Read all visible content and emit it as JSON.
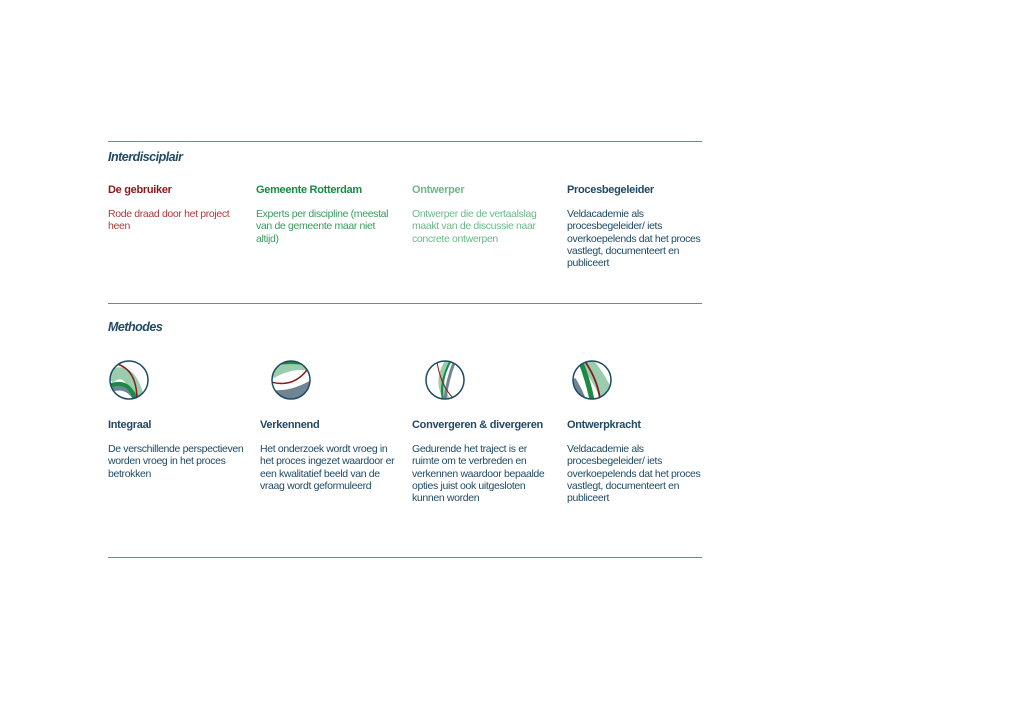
{
  "colors": {
    "red": "#8b1a1a",
    "green": "#1a8a45",
    "lightgreen": "#6db88a",
    "navy": "#1f4a63"
  },
  "interdisciplinair": {
    "title": "Interdisciplair",
    "items": [
      {
        "heading": "De gebruiker",
        "body": "Rode draad door het project heen"
      },
      {
        "heading": "Gemeente Rotterdam",
        "body": "Experts per discipline (meestal van de gemeente maar niet altijd)"
      },
      {
        "heading": "Ontwerper",
        "body": "Ontwerper die de vertaalslag maakt van de discussie naar concrete ontwerpen"
      },
      {
        "heading": "Procesbegeleider",
        "body": "Veldacademie als procesbegeleider/ iets overkoepelends dat het proces vastlegt, documenteert en publiceert"
      }
    ]
  },
  "methodes": {
    "title": "Methodes",
    "items": [
      {
        "icon": "integraal-icon",
        "heading": "Integraal",
        "body": "De verschillende perspectieven worden vroeg in het proces betrokken"
      },
      {
        "icon": "verkennend-icon",
        "heading": "Verkennend",
        "body": "Het onderzoek wordt vroeg in het proces ingezet waardoor er een kwalitatief beeld van de vraag wordt geformuleerd"
      },
      {
        "icon": "convergeren-icon",
        "heading": "Convergeren & divergeren",
        "body": "Gedurende het traject is er ruimte om te verbreden en verkennen waardoor bepaalde opties juist ook uitgesloten kunnen worden"
      },
      {
        "icon": "ontwerpkracht-icon",
        "heading": "Ontwerpkracht",
        "body": "Veldacademie als procesbegeleider/ iets overkoepelends dat het proces vastlegt, documenteert en publiceert"
      }
    ]
  }
}
